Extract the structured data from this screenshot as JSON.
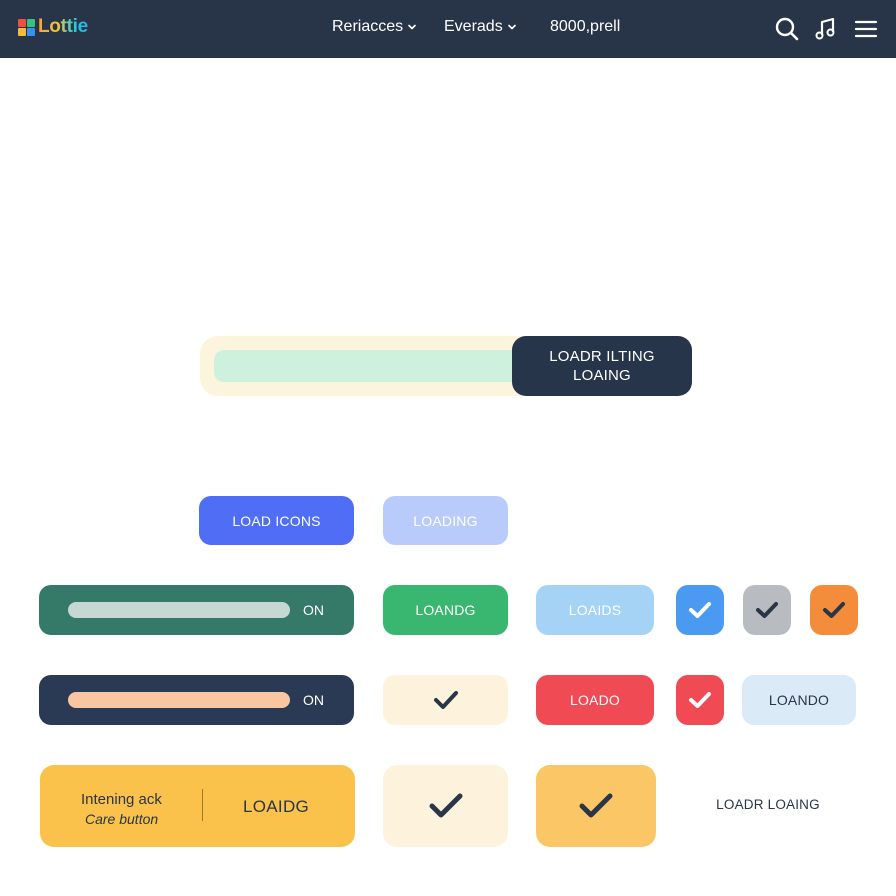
{
  "header": {
    "logo_text": "Lottie",
    "nav": [
      {
        "label": "Reriacces"
      },
      {
        "label": "Everads"
      },
      {
        "label": "8000,prell"
      }
    ]
  },
  "progress": {
    "line1": "LOADR ILTING",
    "line2": "LOAING",
    "fill": 0.67
  },
  "buttons": {
    "load_icons": "LOAD ICONS",
    "loading": "LOADING",
    "loandg": "LOANDG",
    "loaids": "LOAIDS",
    "loado": "LOADO",
    "loando": "LOANDO"
  },
  "toggles": [
    {
      "label": "ON"
    },
    {
      "label": "ON"
    }
  ],
  "card": {
    "line1": "Intening ack",
    "line2": "Care button",
    "label": "LOAIDG"
  },
  "plain_label": "LOADR LOAING",
  "colors": {
    "header_bg": "#283548",
    "primary_blue": "#4f6ef5",
    "green": "#39b771",
    "red": "#f04a54",
    "orange": "#f38d3b",
    "yellow": "#fac24a"
  },
  "icons": [
    "logo-icon",
    "chevron-down-icon",
    "search-icon",
    "music-note-icon",
    "menu-icon",
    "check-icon"
  ]
}
